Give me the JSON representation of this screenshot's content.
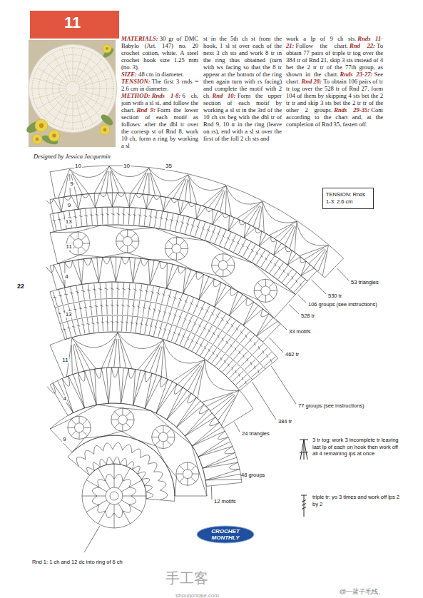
{
  "diagram": {
    "nodes": [
      {
        "text": [
          "11"
        ]
      },
      {
        "text": [
          "TENSION: Rnds 1-3: 2.6 cm"
        ]
      },
      {
        "text": [
          "CROCHET MONTHLY"
        ]
      }
    ],
    "labels": [
      "MATERIALS:",
      "30 gr of DMC Babylo (Art. 147) no. 20 crochet cotton, white. A steel crochet hook size 1.25 mm (no. 3).",
      "SIZE:",
      "48 cm in diameter.",
      "TENSION:",
      "The first 3 rnds = 2.6 cm in diameter.",
      "METHOD:",
      "Rnds 1-8:",
      "6 ch, join with a sl st, and follow the chart.",
      "Rnd 9:",
      "Form the lower section of each motif as follows: after the dbl tr over the corresp st of Rnd 8, work 10 ch, form a ring by working a sl",
      "st in the 5th ch st from the hook, 1 sl st over each of the next 3 ch sts and work 8 tr in the ring thus obtained (turn with ws facing so that the 8 tr appear at the bottom of the ring then again turn with rs facing) and complete the motif with 2 ch.",
      "Rnd 10:",
      "Form the upper section of each motif by working a sl st in the 3rd of the 10 ch sts beg with the dbl tr of Rnd 9, 10 tr in the ring (leave on rs), end with a sl st over the first of the foll 2 ch sts and",
      "work a lp of 9 ch sts.",
      "Rnds 11-21:",
      "Follow the chart.",
      "Rnd 22:",
      "To obtain 77 pairs of triple tr tog over the 384 tr of Rnd 21, skip 3 sts instead of 4 bet the 2 tr tr of the 77th group, as shown in the chart.",
      "Rnds 23-27:",
      "See chart.",
      "Rnd 28:",
      "To obtain 106 pairs of tr tr tog over the 528 tr of Rnd 27, form 104 of them by skipping 4 sts bet the 2 tr tr and skip 3 sts bet the 2 tr tr of the other 2 groups.",
      "Rnds 29-35:",
      "Cont according to the chart and, at the completion of Rnd 35, fasten off.",
      "Designed by Jessica Jacquemin",
      "10",
      "10",
      "35",
      "9",
      "9",
      "13",
      "11",
      "4",
      "13",
      "11",
      "4",
      "9",
      "53 triangles",
      "530 tr",
      "106 groups (see instructions)",
      "528 tr",
      "33 motifs",
      "462 tr",
      "77 groups (see instructions)",
      "384 tr",
      "24 triangles",
      "48 groups",
      "12 motifs",
      "Rnd 1: 1 ch and 12 dc into ring of 6 ch",
      "22",
      "手工客",
      "shougongke.com",
      "@一蓝子毛线、"
    ],
    "legend": [
      {
        "text": "3 tr tog: work 3 incomplete tr leaving last lp of each on hook then work off all 4 remaining lps at once"
      },
      {
        "text": "triple tr: yo 3 times and work off lps 2 by 2"
      }
    ]
  }
}
